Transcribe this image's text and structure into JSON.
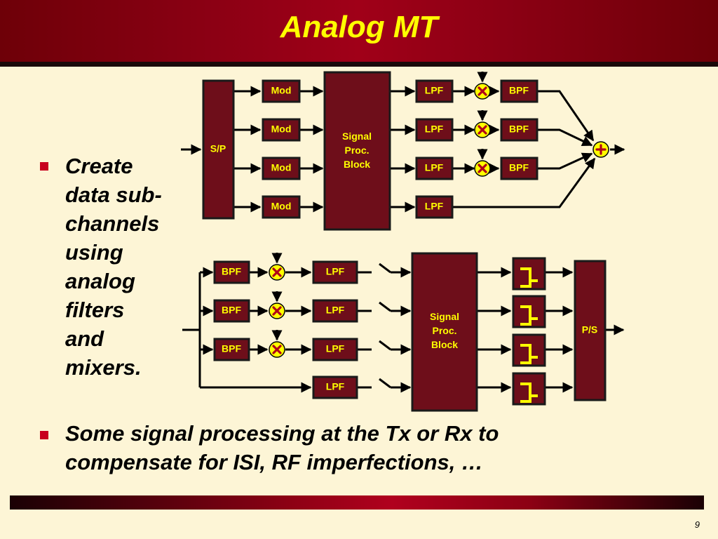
{
  "slide": {
    "title": "Analog MT",
    "page_number": "9",
    "bullets": [
      {
        "text": "Create\ndata sub-\nchannels\nusing\nanalog\nfilters\nand\nmixers."
      },
      {
        "text": "Some signal processing at the Tx or Rx to\ncompensate for ISI, RF imperfections, …"
      }
    ]
  },
  "diagram": {
    "transmitter": {
      "splitter": "S/P",
      "modulators": [
        "Mod",
        "Mod",
        "Mod",
        "Mod"
      ],
      "processor": "Signal\nProc.\nBlock",
      "lowpass_filters": [
        "LPF",
        "LPF",
        "LPF",
        "LPF"
      ],
      "bandpass_filters": [
        "BPF",
        "BPF",
        "BPF"
      ],
      "mixer_symbol": "×",
      "summer_symbol": "+"
    },
    "receiver": {
      "bandpass_filters": [
        "BPF",
        "BPF",
        "BPF"
      ],
      "lowpass_filters": [
        "LPF",
        "LPF",
        "LPF",
        "LPF"
      ],
      "processor": "Signal\nProc.\nBlock",
      "combiner": "P/S",
      "mixer_symbol": "×"
    }
  },
  "colors": {
    "background": "#fdf5d6",
    "block_fill": "#6e0e1a",
    "block_text": "#ffff00",
    "title_text": "#ffff00",
    "bullet_mark": "#c8001e"
  }
}
